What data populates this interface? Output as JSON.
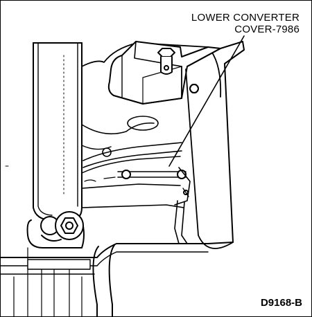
{
  "callout": {
    "line1": "LOWER CONVERTER",
    "line2": "COVER-7986"
  },
  "figure_id": "D9168-B",
  "colors": {
    "ink": "#000000",
    "paper": "#ffffff"
  }
}
